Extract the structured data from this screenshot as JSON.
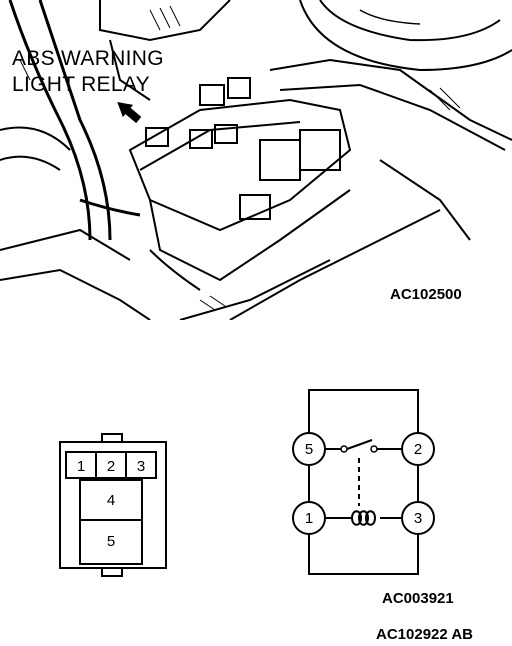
{
  "callout": {
    "line1": "ABS WARNING",
    "line2": "LIGHT RELAY"
  },
  "codes": {
    "photo": "AC102500",
    "relay": "AC003921",
    "figure": "AC102922 AB"
  },
  "connector": {
    "terminals": [
      "1",
      "2",
      "3",
      "4",
      "5"
    ]
  },
  "relay_circuit": {
    "terminals": [
      "5",
      "2",
      "1",
      "3"
    ]
  }
}
